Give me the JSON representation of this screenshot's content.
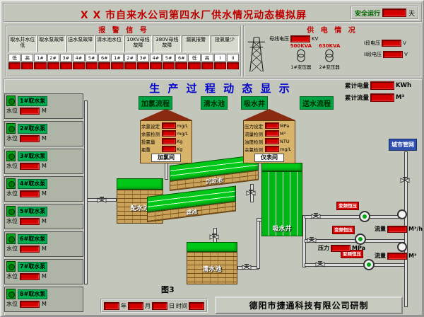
{
  "title_bar": {
    "title": "X X 市自来水公司第四水厂供水情况动态模拟屏",
    "safety": {
      "label": "安全运行",
      "value": "",
      "unit": "天"
    }
  },
  "alarm_panel": {
    "title": "报 警 信 号",
    "headers": [
      "取水井水位低",
      "取水泵故障",
      "送水泵故障",
      "清水池水位",
      "10KV母线故障",
      "380V母线故障",
      "漏氯报警",
      "投氯量少"
    ],
    "indicators": [
      "低",
      "高",
      "1#",
      "2#",
      "3#",
      "4#",
      "5#",
      "6#",
      "1#",
      "2#",
      "3#",
      "4#",
      "5#",
      "6#",
      "低",
      "高",
      "I",
      "II"
    ]
  },
  "power_panel": {
    "title": "供 电 情 况",
    "bus_voltage": {
      "label": "母线电压",
      "value": "",
      "unit": "KV"
    },
    "transformers": [
      {
        "kva": "500KVA",
        "name": "1#变压器"
      },
      {
        "kva": "630KVA",
        "name": "2#变压器"
      }
    ],
    "sections": [
      {
        "label": "I段电压",
        "value": "",
        "unit": "V"
      },
      {
        "label": "II段电压",
        "value": "",
        "unit": "V"
      }
    ]
  },
  "process_title": "生 产 过 程 动 态 显 示",
  "flow_labels": [
    "加氯流程",
    "清水池",
    "吸水井",
    "送水流程"
  ],
  "totals": [
    {
      "label": "累计电量",
      "value": "",
      "unit": "KWh"
    },
    {
      "label": "累计流量",
      "value": "",
      "unit": "M³"
    }
  ],
  "pumps": [
    {
      "name": "1#取水泵",
      "level_label": "水位",
      "value": "",
      "unit": "M"
    },
    {
      "name": "2#取水泵",
      "level_label": "水位",
      "value": "",
      "unit": "M"
    },
    {
      "name": "3#取水泵",
      "level_label": "水位",
      "value": "",
      "unit": "M"
    },
    {
      "name": "4#取水泵",
      "level_label": "水位",
      "value": "",
      "unit": "M"
    },
    {
      "name": "5#取水泵",
      "level_label": "水位",
      "value": "",
      "unit": "M"
    },
    {
      "name": "6#取水泵",
      "level_label": "水位",
      "value": "",
      "unit": "M"
    },
    {
      "name": "7#取水泵",
      "level_label": "水位",
      "value": "",
      "unit": "M"
    },
    {
      "name": "8#取水泵",
      "level_label": "水位",
      "value": "",
      "unit": "M"
    }
  ],
  "houses": [
    {
      "name": "加氯间",
      "rows": [
        {
          "label": "余氯设定",
          "value": "",
          "unit": "mg/L"
        },
        {
          "label": "余氯检测",
          "value": "",
          "unit": "mg/L"
        },
        {
          "label": "投氯量",
          "value": "",
          "unit": "Kg"
        },
        {
          "label": "瓶重",
          "value": "",
          "unit": "Kg"
        }
      ]
    },
    {
      "name": "仪表间",
      "rows": [
        {
          "label": "压力设定",
          "value": "",
          "unit": "MPa"
        },
        {
          "label": "流量检测",
          "value": "",
          "unit": "M³"
        },
        {
          "label": "浊度检测",
          "value": "",
          "unit": "NTU"
        },
        {
          "label": "余氯检测",
          "value": "",
          "unit": "mg/L"
        }
      ]
    }
  ],
  "tanks": [
    "配水池",
    "沉淀池",
    "滤池",
    "清水池",
    "吸水井"
  ],
  "city_network_label": "城市管网",
  "delivery": {
    "vfd_label": "变频恒压",
    "meters": [
      {
        "label": "流量",
        "value": "",
        "unit": "M³/h"
      },
      {
        "label": "压力",
        "value": "",
        "unit": "MPa"
      },
      {
        "label": "流量",
        "value": "",
        "unit": "M³"
      }
    ]
  },
  "footer": {
    "figure_label": "图3",
    "date_labels": {
      "year": "年",
      "month": "月",
      "day": "日",
      "time": "时间"
    },
    "company": "德阳市捷通科技有限公司研制"
  }
}
